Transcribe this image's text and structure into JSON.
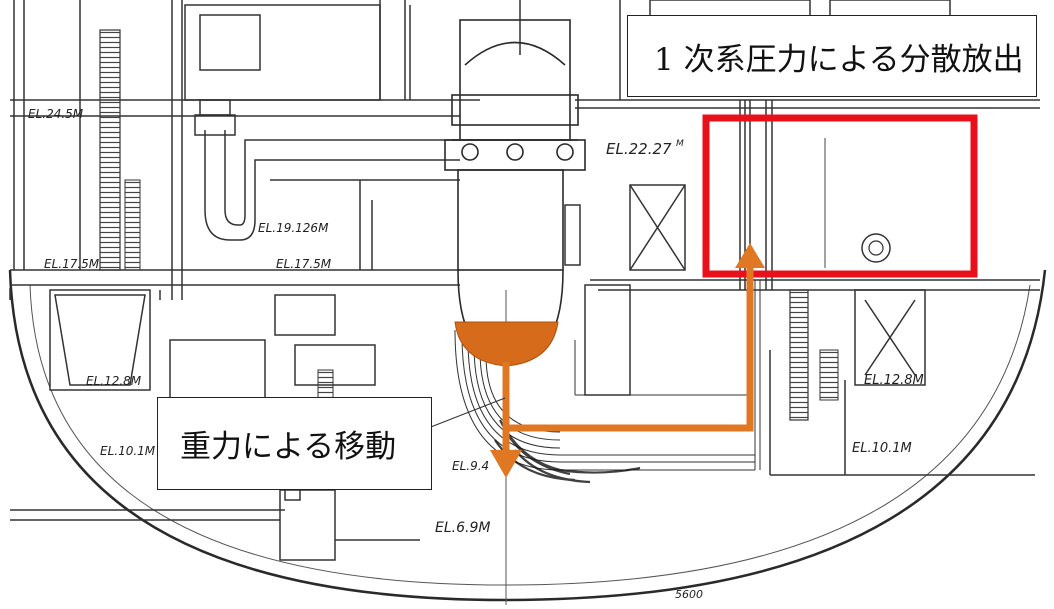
{
  "callouts": {
    "primary_pressure": "1 次系圧力による分散放出",
    "gravity": "重力による移動"
  },
  "elevation_labels": {
    "el_24_5": "EL.24.5M",
    "el_22_27": "EL.22.27",
    "el_22_27_sup": "M",
    "el_19_126": "EL.19.126M",
    "el_17_5_left": "EL.17.5M",
    "el_17_5_mid": "EL.17.5M",
    "el_12_8_left": "EL.12.8M",
    "el_12_8_right": "EL.12.8M",
    "el_10_1_left": "EL.10.1M",
    "el_10_1_right": "EL.10.1M",
    "el_9_4": "EL.9.4",
    "el_6_9": "EL.6.9M",
    "dim_bottom": "5600"
  },
  "colors": {
    "highlight_box": "#e8101a",
    "flow_arrow": "#e07722",
    "drawing_line": "#3a3a3a"
  },
  "icons": {
    "flow": "flow-arrow-icon",
    "debris": "debris-bowl-icon"
  }
}
